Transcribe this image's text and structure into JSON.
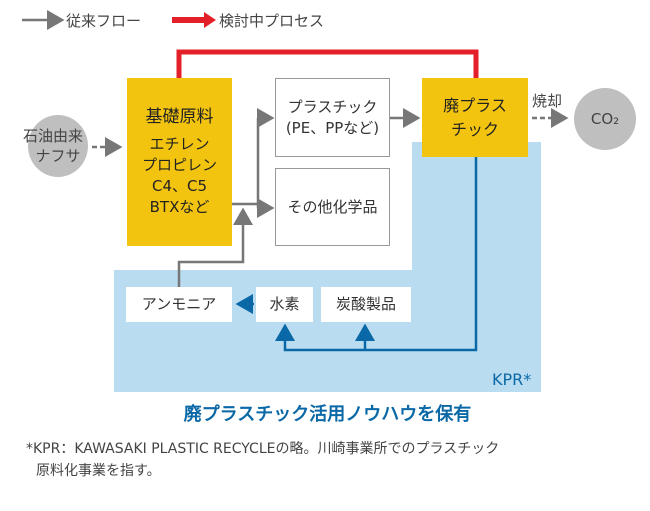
{
  "legend": {
    "conventional": "従来フロー",
    "under_review": "検討中プロセス"
  },
  "nodes": {
    "naphtha": [
      "石油由来",
      "ナフサ"
    ],
    "basic_materials": {
      "title": "基礎原料",
      "items": [
        "エチレン",
        "プロピレン",
        "C4、C5",
        "BTXなど"
      ]
    },
    "plastic": [
      "プラスチック",
      "(PE、PPなど)"
    ],
    "other_chemicals": "その他化学品",
    "waste_plastic": [
      "廃プラス",
      "チック"
    ],
    "incineration": "焼却",
    "co2": "CO₂",
    "ammonia": "アンモニア",
    "hydrogen": "水素",
    "carbonate": "炭酸製品",
    "kpr_label": "KPR*"
  },
  "caption": "廃プラスチック活用ノウハウを保有",
  "footnote": [
    "*KPR：KAWASAKI PLASTIC RECYCLEの略。川崎事業所でのプラスチック",
    "原料化事業を指す。"
  ],
  "colors": {
    "yellow": "#f2c40f",
    "kpr_bg": "#b9dcf1",
    "kpr_line": "#0b68a6",
    "red": "#e3202a",
    "gray": "#777777"
  }
}
